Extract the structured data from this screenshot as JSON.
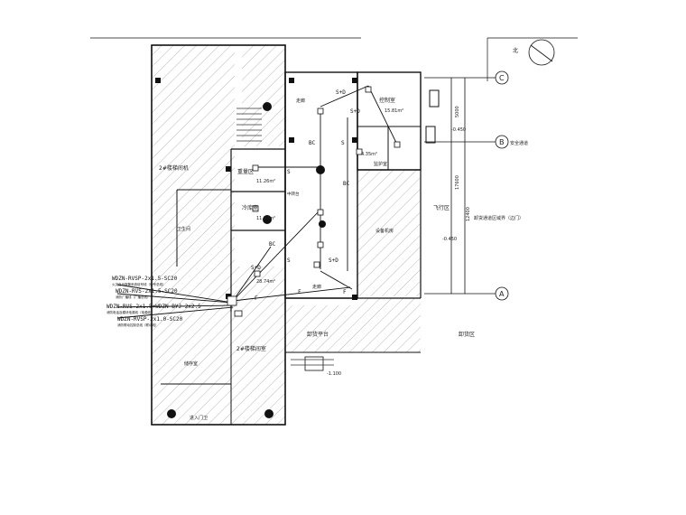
{
  "rooms": {
    "stair_core": "2#楼梯间机",
    "weight_room": "重量区",
    "weight_room_area": "11.26m²",
    "cold_room": "冷库室",
    "cold_room_area": "11.33m²",
    "control_room": "控制室",
    "control_room_area": "15.81m²",
    "small_room_area": "4.35m²",
    "watch_room": "监护室",
    "work_room": "卫生间",
    "room_near_bottom": "2#楼梯间室",
    "storage": "储存室",
    "lower_room": "进入门卫",
    "corridor": "走廊",
    "corridor_right": "走廊",
    "equipment_room": "设备机房",
    "sink_area": "中转台",
    "platform": "卸货平台",
    "unloading": "卸货区",
    "fire_zone": "飞行区",
    "security_zone": "安全通道",
    "boundary_note": "卸货通道区域界（边门）",
    "slot_area": "28.74m²"
  },
  "axes": {
    "c": "C",
    "b": "B",
    "a": "A",
    "dim_upper": "5000",
    "dim_lower": "17600",
    "dim_mid": "12400"
  },
  "levels": {
    "right_upper": "-0.450",
    "right_lower": "-0.450",
    "bottom": "-1.100"
  },
  "north": "北",
  "wires": [
    {
      "text": "WDZN-RVSP-2x1.5-SC20",
      "note": "火灾自动报警系统信号线（信号总线）"
    },
    {
      "text": "WDZN-RVS-2x1.5-SC20",
      "note": "消防广播线（广播总线）"
    },
    {
      "text": "WDZN-RVS-2x1.5+WDZN-BYJ-2x2.5",
      "note": "消防电话及模块电源线（电源线）"
    },
    {
      "text": "WDZN-RVSP-2x1.0-SC20",
      "note": "消防联动控制总线（联动线）"
    }
  ],
  "cable_tags": {
    "s_d_1": "S+D",
    "s_d_2": "S+D",
    "s_d_3": "S+D",
    "s_d_4": "S+D",
    "bc_1": "BC",
    "bc_2": "BC",
    "bc_3": "BC",
    "s_1": "S",
    "s_2": "S",
    "s_3": "S",
    "f_1": "F",
    "f_2": "F",
    "f_3": "F"
  }
}
